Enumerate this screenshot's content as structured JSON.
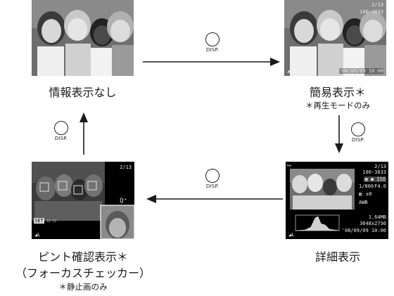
{
  "screens": {
    "no_info": {
      "label": "情報表示なし"
    },
    "simple": {
      "label": "簡易表示＊",
      "note": "＊再生モードのみ",
      "frame": "2/13",
      "file_no": "100-3833",
      "datetime": "'08/09/09  10:00"
    },
    "detailed": {
      "label": "詳細表示",
      "frame": "2/13",
      "file_no": "100-3833",
      "shutter": "1/800",
      "aperture": "F4.0",
      "exposure": "±0",
      "file_size": "1.64MB",
      "resolution": "3648x2736",
      "datetime": "'08/09/09  10:00"
    },
    "focus_check": {
      "label": "ピント確認表示＊",
      "sub_label": "（フォーカスチェッカー）",
      "note": "＊静止画のみ",
      "frame": "2/13"
    }
  },
  "disp_button": {
    "text": "DISP."
  },
  "colors": {
    "arrow": "#1a1a1a",
    "screen_bg": "#000000"
  }
}
